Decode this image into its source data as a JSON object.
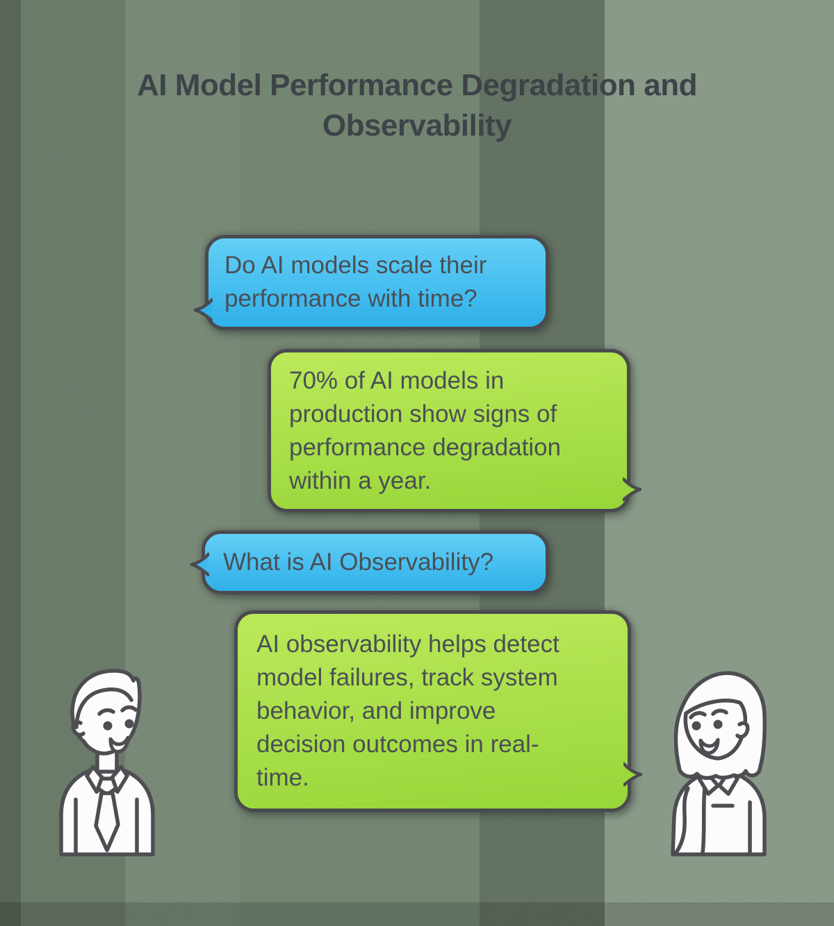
{
  "title": "AI Model Performance Degradation and\nObservability",
  "conversation": {
    "messages": [
      {
        "speaker": "man",
        "side": "left",
        "style": "blue-question",
        "text": "Do AI models scale their\nperformance with time?"
      },
      {
        "speaker": "woman",
        "side": "right",
        "style": "green-answer",
        "text": "70% of AI models in\nproduction show signs of\nperformance degradation\nwithin a year."
      },
      {
        "speaker": "man",
        "side": "left",
        "style": "blue-question",
        "text": "What is AI Observability?"
      },
      {
        "speaker": "woman",
        "side": "right",
        "style": "green-answer",
        "text": "AI observability helps detect\nmodel failures, track system\nbehavior, and improve\ndecision outcomes in real-\ntime."
      }
    ]
  },
  "characters": {
    "left": {
      "name": "man-avatar"
    },
    "right": {
      "name": "woman-avatar"
    }
  },
  "colors": {
    "question_bubble_top": "#63cff6",
    "question_bubble_bottom": "#2fb0e9",
    "answer_bubble_top": "#bce95a",
    "answer_bubble_bottom": "#98d639",
    "bubble_border": "#4a4a4f",
    "bubble_text": "#4a4f55",
    "title_text": "#3d4348",
    "background": "#7e907d",
    "line_art_stroke": "#4d4d52",
    "line_art_fill": "#fcfcfc"
  }
}
